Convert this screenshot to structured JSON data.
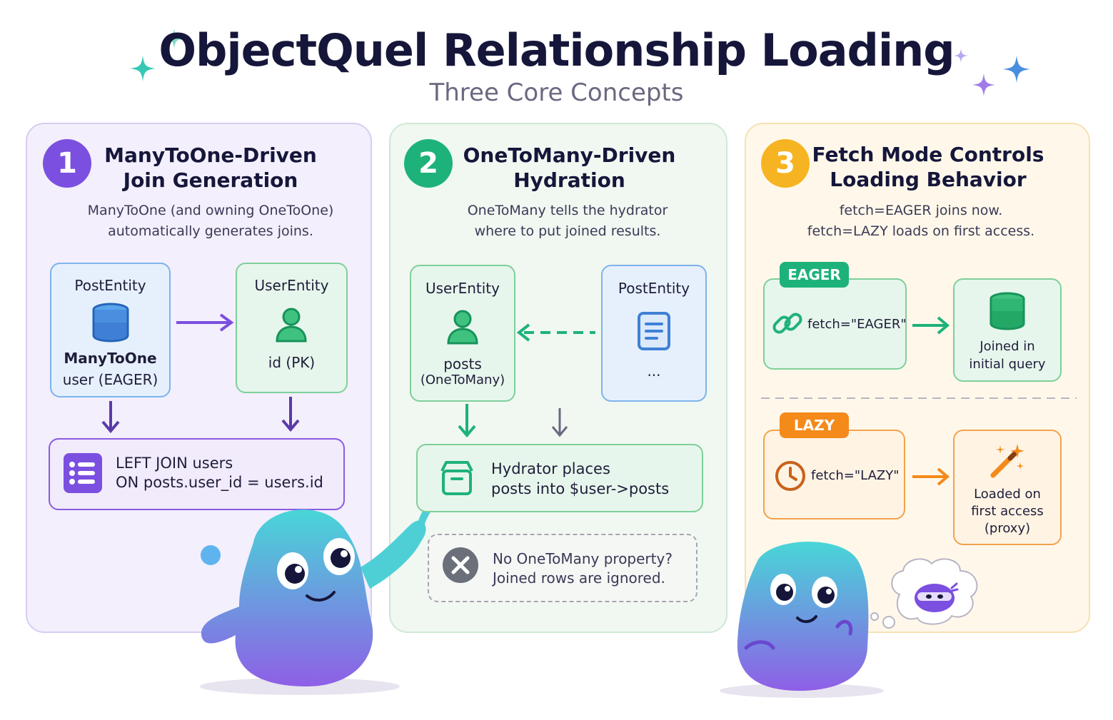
{
  "header": {
    "title": "ObjectQuel Relationship Loading",
    "subtitle": "Three Core Concepts"
  },
  "panels": [
    {
      "number": "1",
      "title_line1": "ManyToOne-Driven",
      "title_line2": "Join Generation",
      "desc_line1": "ManyToOne (and owning OneToOne)",
      "desc_line2": "automatically generates joins.",
      "left_entity": {
        "name": "PostEntity",
        "line1": "ManyToOne",
        "line2": "user (EAGER)"
      },
      "right_entity": {
        "name": "UserEntity",
        "line1": "id (PK)"
      },
      "result_line1": "LEFT JOIN users",
      "result_line2": "ON posts.user_id = users.id"
    },
    {
      "number": "2",
      "title_line1": "OneToMany-Driven",
      "title_line2": "Hydration",
      "desc_line1": "OneToMany tells the hydrator",
      "desc_line2": "where to put joined results.",
      "left_entity": {
        "name": "UserEntity",
        "line1": "posts",
        "line2": "(OneToMany)"
      },
      "right_entity": {
        "name": "PostEntity",
        "line1": "..."
      },
      "result_line1": "Hydrator places",
      "result_line2": "posts into $user->posts",
      "note_line1": "No OneToMany property?",
      "note_line2": "Joined rows are ignored."
    },
    {
      "number": "3",
      "title_line1": "Fetch Mode Controls",
      "title_line2": "Loading Behavior",
      "desc_line1": "fetch=EAGER joins now.",
      "desc_line2": "fetch=LAZY loads on first access.",
      "eager": {
        "tag": "EAGER",
        "code": "fetch=\"EAGER\"",
        "result_line1": "Joined in",
        "result_line2": "initial query"
      },
      "lazy": {
        "tag": "LAZY",
        "code": "fetch=\"LAZY\"",
        "result_line1": "Loaded on",
        "result_line2": "first access",
        "result_line3": "(proxy)"
      }
    }
  ],
  "colors": {
    "purple": "#7b4fe0",
    "green": "#1eb27b",
    "amber": "#f7b422",
    "orange": "#f48a1a",
    "blue": "#4a8fdf"
  },
  "icons": [
    "sparkle-icon",
    "database-icon",
    "user-icon",
    "document-icon",
    "list-icon",
    "box-icon",
    "close-circle-icon",
    "link-icon",
    "clock-icon",
    "magic-wand-icon",
    "ninja-icon"
  ]
}
